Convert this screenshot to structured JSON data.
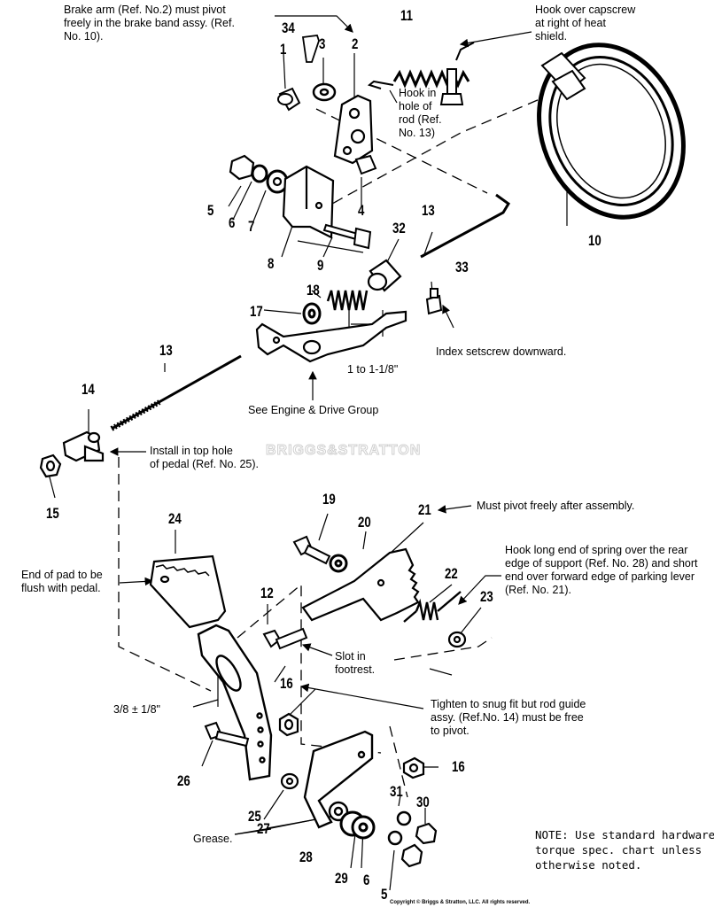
{
  "callouts": {
    "brake_arm": "Brake arm (Ref. No.2) must pivot\nfreely in the brake band assy. (Ref.\nNo. 10).",
    "hook_capscrew": "Hook over capscrew\nat right of heat\nshield.",
    "hook_hole": "Hook in\nhole of\nrod (Ref.\nNo. 13)",
    "index_setscrew": "Index setscrew downward.",
    "spring_gap": "1 to 1-1/8\"",
    "see_group": "See Engine & Drive Group",
    "install_top_hole": "Install in top hole\nof pedal (Ref. No. 25).",
    "must_pivot": "Must pivot freely after assembly.",
    "hook_spring": "Hook long end of spring over the rear\nedge of support (Ref. No. 28) and short\nend over forward edge of parking lever\n(Ref. No. 21).",
    "pad_flush": "End of pad to be\nflush with pedal.",
    "slot_footrest": "Slot in\nfootrest.",
    "pad_offset": "3/8 ± 1/8\"",
    "tighten": "Tighten to snug fit but rod guide\nassy. (Ref.No. 14) must be free\nto pivot.",
    "grease": "Grease.",
    "note_hardware": "NOTE: Use standard hardware\ntorque spec. chart unless\notherwise noted.",
    "copyright": "Copyright © Briggs & Stratton, LLC. All rights reserved."
  },
  "watermark": "BRIGGS&STRATTON",
  "refs": {
    "r34": "34",
    "r3": "3",
    "r2": "2",
    "r1": "1",
    "r11": "11",
    "r5a": "5",
    "r6a": "6",
    "r7": "7",
    "r4": "4",
    "r8": "8",
    "r9": "9",
    "r13a": "13",
    "r10": "10",
    "r32": "32",
    "r33": "33",
    "r18": "18",
    "r17": "17",
    "r13b": "13",
    "r14": "14",
    "r15": "15",
    "r19": "19",
    "r20": "20",
    "r21": "21",
    "r24": "24",
    "r22": "22",
    "r23": "23",
    "r12": "12",
    "r16a": "16",
    "r16b": "16",
    "r26": "26",
    "r25": "25",
    "r27": "27",
    "r31": "31",
    "r30": "30",
    "r28": "28",
    "r29": "29",
    "r6b": "6",
    "r5b": "5"
  }
}
